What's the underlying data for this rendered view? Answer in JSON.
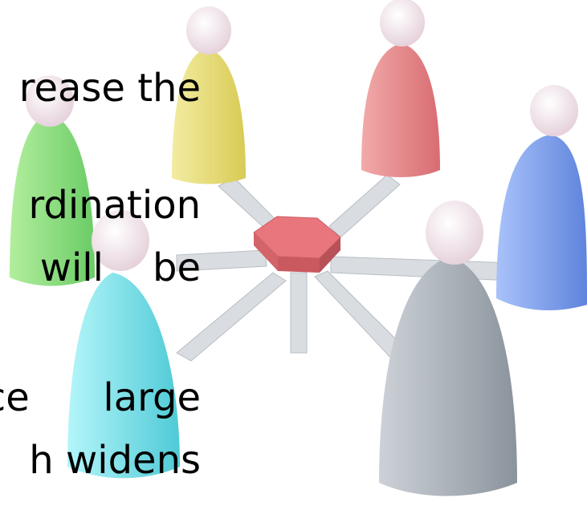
{
  "text_lines": [
    "rease the",
    "rdination",
    "will    be",
    "ce      large",
    "h widens"
  ],
  "figures": [
    {
      "name": "yellow",
      "color": "#e9df7a"
    },
    {
      "name": "red",
      "color": "#e58a8d"
    },
    {
      "name": "green",
      "color": "#8fdc84"
    },
    {
      "name": "blue",
      "color": "#7ea2ee"
    },
    {
      "name": "cyan",
      "color": "#79dfe9"
    },
    {
      "name": "gray",
      "color": "#a7aeb6"
    }
  ],
  "hub_color": "#e9767c",
  "spoke_color": "#d8dde2",
  "head_color": "#f6eef2"
}
